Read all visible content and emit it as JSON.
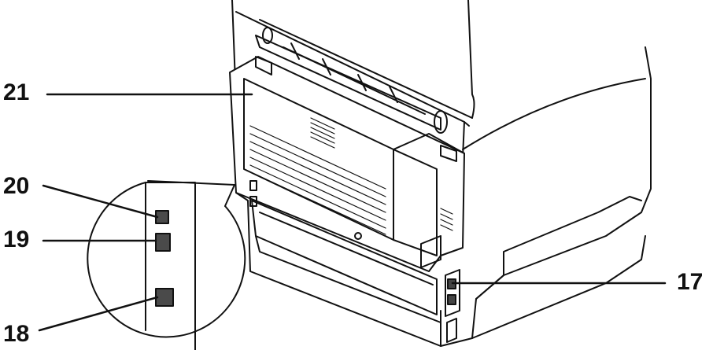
{
  "diagram": {
    "callouts": [
      {
        "id": "21",
        "label": "21"
      },
      {
        "id": "20",
        "label": "20"
      },
      {
        "id": "19",
        "label": "19"
      },
      {
        "id": "18",
        "label": "18"
      },
      {
        "id": "17",
        "label": "17"
      }
    ]
  },
  "colors": {
    "line": "#111111",
    "fill": "#ffffff",
    "port": "#4a4a4a"
  }
}
